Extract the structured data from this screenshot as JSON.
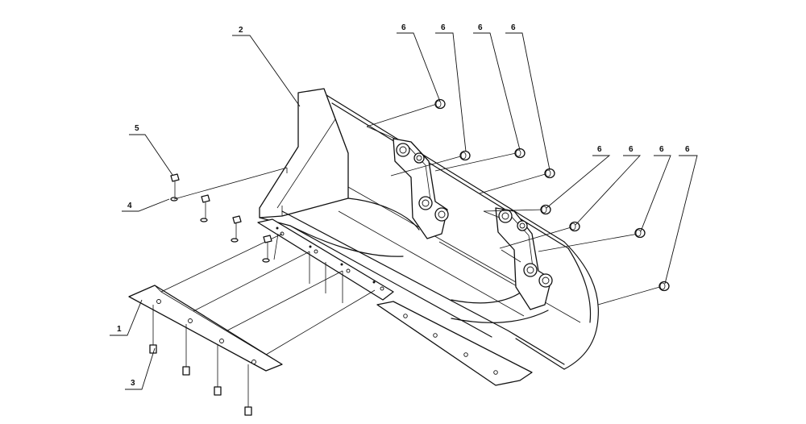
{
  "callouts": {
    "c1": "1",
    "c2": "2",
    "c3": "3",
    "c4": "4",
    "c5": "5",
    "c6a": "6",
    "c6b": "6",
    "c6c": "6",
    "c6d": "6",
    "c6e": "6",
    "c6f": "6",
    "c6g": "6",
    "c6h": "6"
  }
}
